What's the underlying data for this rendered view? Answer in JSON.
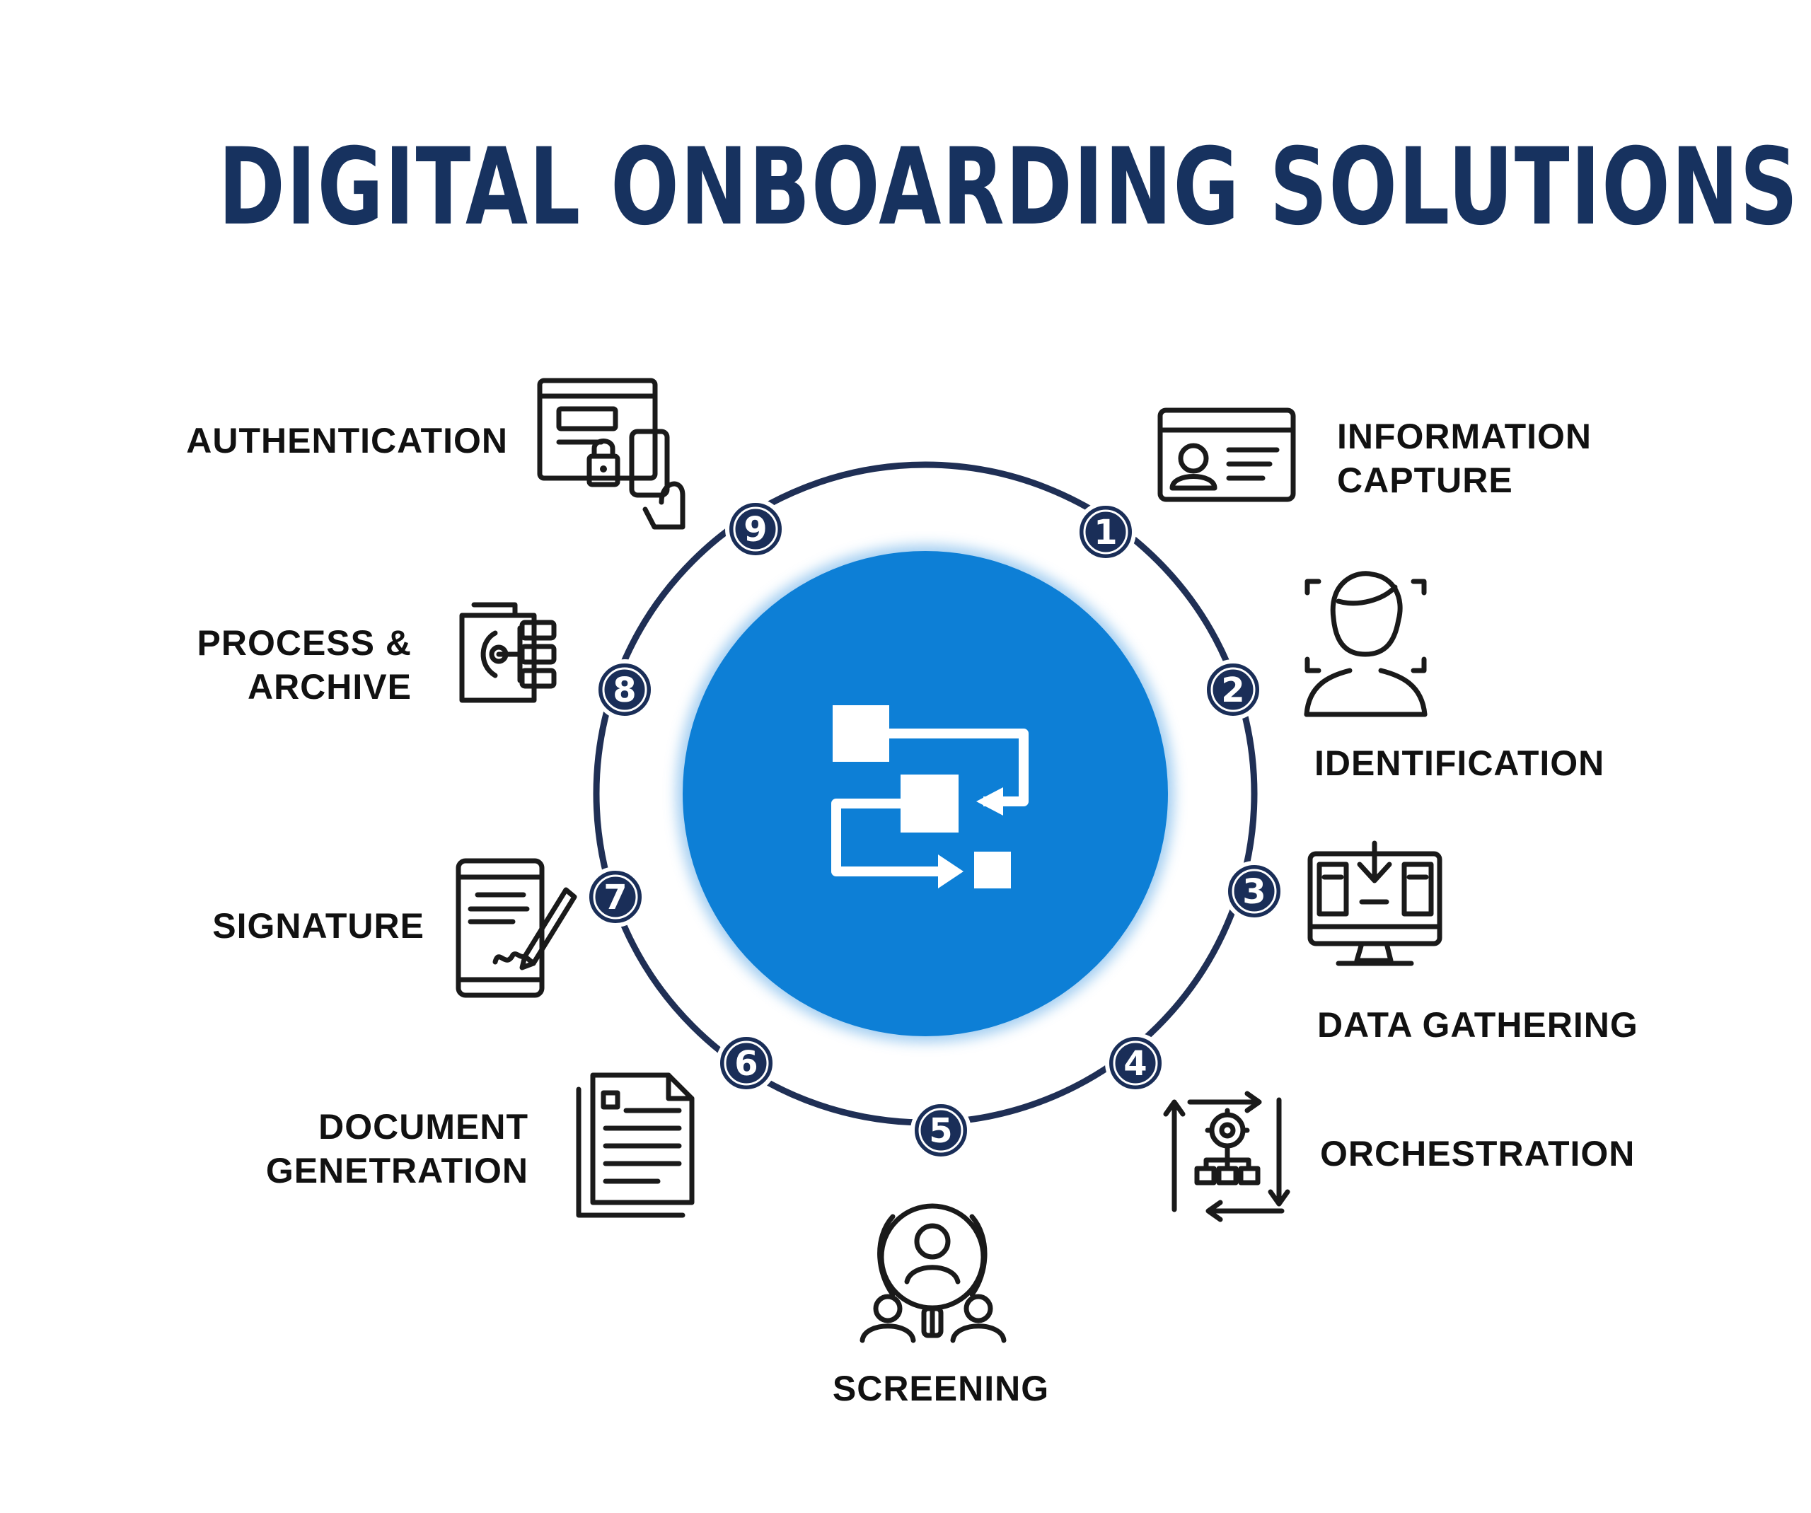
{
  "title": "DIGITAL ONBOARDING SOLUTIONS",
  "colors": {
    "title": "#17325f",
    "ring": "#1f2f55",
    "badge": "#1a2e58",
    "center": "#0d7fd6",
    "text": "#111111"
  },
  "steps": [
    {
      "number": "1",
      "label_lines": [
        "INFORMATION",
        "CAPTURE"
      ],
      "icon": "id-card-icon"
    },
    {
      "number": "2",
      "label_lines": [
        "IDENTIFICATION"
      ],
      "icon": "face-scan-icon"
    },
    {
      "number": "3",
      "label_lines": [
        "DATA GATHERING"
      ],
      "icon": "monitor-download-icon"
    },
    {
      "number": "4",
      "label_lines": [
        "ORCHESTRATION"
      ],
      "icon": "gear-cycle-icon"
    },
    {
      "number": "5",
      "label_lines": [
        "SCREENING"
      ],
      "icon": "people-search-icon"
    },
    {
      "number": "6",
      "label_lines": [
        "DOCUMENT",
        "GENETRATION"
      ],
      "icon": "document-stack-icon"
    },
    {
      "number": "7",
      "label_lines": [
        "SIGNATURE"
      ],
      "icon": "tablet-signature-icon"
    },
    {
      "number": "8",
      "label_lines": [
        "PROCESS &",
        "ARCHIVE"
      ],
      "icon": "process-archive-icon"
    },
    {
      "number": "9",
      "label_lines": [
        "AUTHENTICATION"
      ],
      "icon": "secure-login-icon"
    }
  ],
  "center_icon": "workflow-icon"
}
